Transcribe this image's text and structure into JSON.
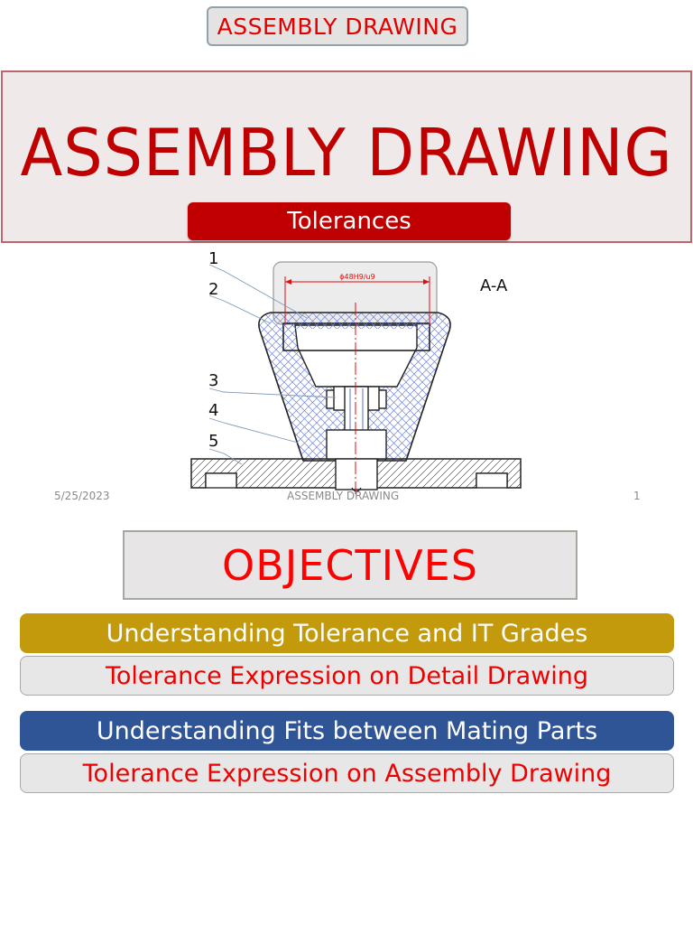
{
  "header_tag": {
    "label": "ASSEMBLY DRAWING"
  },
  "hero": {
    "title": "ASSEMBLY DRAWING",
    "subtitle": "Tolerances"
  },
  "drawing": {
    "section_label": "A-A",
    "dimension_text": "ϕ48H9/u9",
    "part_numbers": [
      "1",
      "2",
      "3",
      "4",
      "5"
    ]
  },
  "footer": {
    "date": "5/25/2023",
    "title": "ASSEMBLY DRAWING",
    "page": "1"
  },
  "objectives": {
    "heading": "OBJECTIVES",
    "items": [
      "Understanding Tolerance and IT Grades",
      "Tolerance Expression on Detail Drawing",
      "Understanding Fits between Mating Parts",
      "Tolerance Expression on Assembly Drawing"
    ]
  },
  "colors": {
    "accent_red": "#c00000",
    "objective_gold": "#c39a0c",
    "objective_blue": "#2f5597",
    "hatch_blue": "#5a6fd8"
  }
}
